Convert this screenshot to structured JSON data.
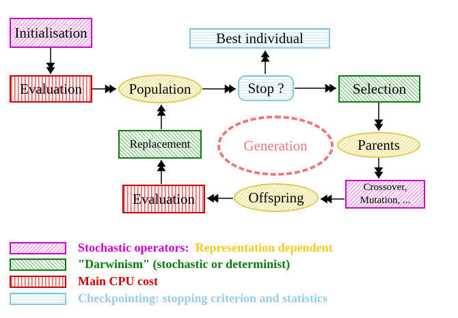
{
  "nodes": {
    "initialisation": {
      "label": "Initialisation"
    },
    "evaluation_top": {
      "label": "Evaluation"
    },
    "population": {
      "label": "Population"
    },
    "best_individual": {
      "label": "Best individual"
    },
    "stop": {
      "label": "Stop ?"
    },
    "selection": {
      "label": "Selection"
    },
    "replacement": {
      "label": "Replacement"
    },
    "generation": {
      "label": "Generation"
    },
    "parents": {
      "label": "Parents"
    },
    "evaluation_bottom": {
      "label": "Evaluation"
    },
    "offspring": {
      "label": "Offspring"
    },
    "crossover": {
      "line1": "Crossover,",
      "line2": "Mutation, ..."
    }
  },
  "legend": {
    "items": [
      {
        "swatch": "magenta-diagonal-hatch",
        "text": "Stochastic operators:",
        "text2": "Representation dependent",
        "text_color": "#cc00cc",
        "text2_color": "#eecc22"
      },
      {
        "swatch": "green-diagonal-hatch",
        "text": "\"Darwinism\" (stochastic or determinist)",
        "text_color": "#0b7a0b"
      },
      {
        "swatch": "red-vertical-lines",
        "text": "Main CPU cost",
        "text_color": "#cc0000"
      },
      {
        "swatch": "cyan-horizontal-lines",
        "text": "Checkpointing: stopping criterion and statistics",
        "text_color": "#9ccbe8"
      }
    ]
  },
  "colors": {
    "magenta_border": "#cc00cc",
    "green_border": "#0b7a0b",
    "red_border": "#cc0000",
    "cyan_border": "#8cc5e2",
    "yellow_ellipse_border": "#ddca55",
    "generation_dashed": "#ee7777",
    "arrow": "#000000",
    "background": "#ffffff"
  }
}
